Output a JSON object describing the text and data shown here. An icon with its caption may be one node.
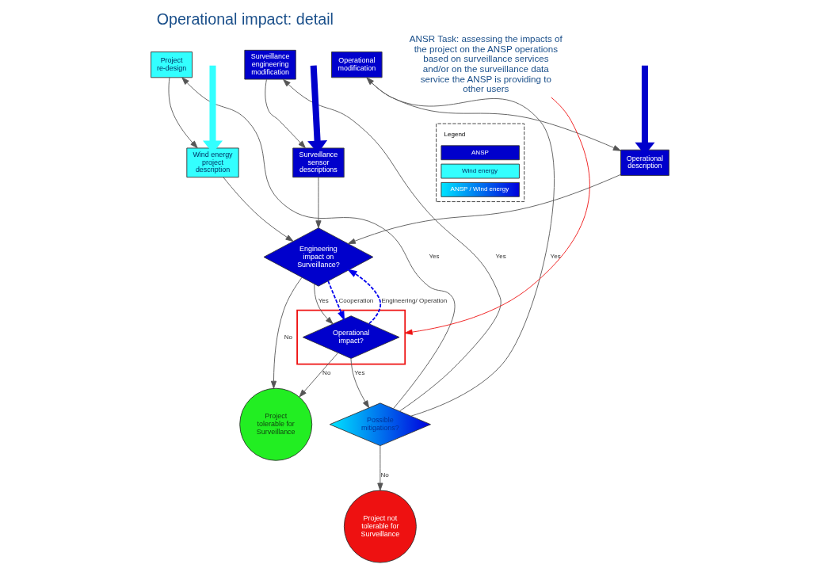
{
  "diagram": {
    "title": "Operational impact: detail",
    "nodes": [
      {
        "text": [
          "Operational description"
        ]
      },
      {
        "text": [
          "Surveillance sensor descriptions"
        ]
      },
      {
        "text": [
          "Wind energy project description"
        ]
      },
      {
        "text": [
          "Project re-design"
        ]
      },
      {
        "text": [
          "Engineering impact on Surveillance?"
        ]
      },
      {
        "text": [
          "Surveillance engineering modification"
        ]
      },
      {
        "text": [
          "Operational modification"
        ]
      },
      {
        "text": [],
        "shape": "box"
      },
      {
        "text": [
          "Operational impact?"
        ],
        "in": 7
      },
      {
        "text": [
          "Project tolerable for Surveillance"
        ]
      },
      {
        "text": [
          "Possible mitigations?"
        ]
      },
      {
        "text": [
          "Project not tolerable for Surveillance"
        ]
      },
      {
        "text": [
          "ANSR Task: assessing the impacts of the project on the ANSP operations based on surveillance services and/or on the surveillance data service the ANSP is providing to other users"
        ]
      }
    ],
    "edges": [
      {
        "from": null,
        "to": 0,
        "arrow": "to",
        "style": "thick",
        "color": "#0000cc"
      },
      {
        "from": null,
        "to": 1,
        "arrow": "to",
        "style": "thick",
        "color": "#0000cc"
      },
      {
        "from": null,
        "to": 2,
        "arrow": "to",
        "style": "thick",
        "color": "#33ffff"
      },
      {
        "from": 0,
        "to": 4,
        "arrow": "to"
      },
      {
        "from": 1,
        "to": 4,
        "arrow": "to"
      },
      {
        "from": 2,
        "to": 4,
        "arrow": "to"
      },
      {
        "from": 4,
        "to": 8,
        "arrow": "to",
        "label": "Yes"
      },
      {
        "from": 4,
        "to": 8,
        "arrow": "to",
        "label": "Cooperation",
        "style": "dashed",
        "color": "#0000ee"
      },
      {
        "from": 8,
        "to": 4,
        "arrow": "to",
        "label": "Engineering/ Operation",
        "style": "dashed",
        "color": "#0000ee"
      },
      {
        "from": 4,
        "to": 9,
        "arrow": "to",
        "label": "No"
      },
      {
        "from": 8,
        "to": 9,
        "arrow": "to",
        "label": "No"
      },
      {
        "from": 8,
        "to": 10,
        "arrow": "to",
        "label": "Yes"
      },
      {
        "from": 10,
        "to": 11,
        "arrow": "to",
        "label": "No"
      },
      {
        "from": 10,
        "to": 3,
        "arrow": "to",
        "label": "Yes"
      },
      {
        "from": 10,
        "to": 5,
        "arrow": "to",
        "label": "Yes"
      },
      {
        "from": 10,
        "to": 6,
        "arrow": "to",
        "label": "Yes"
      },
      {
        "from": 3,
        "to": 2,
        "arrow": "to"
      },
      {
        "from": 5,
        "to": 1,
        "arrow": "to"
      },
      {
        "from": 6,
        "to": 0,
        "arrow": "to"
      },
      {
        "from": 12,
        "to": 7,
        "arrow": "to",
        "color": "#ee1111"
      }
    ],
    "legend": [
      {
        "text": "ANSP",
        "color": "#0000cc"
      },
      {
        "text": "Wind energy",
        "color": "#33ffff"
      },
      {
        "text": "ANSP / Wind energy"
      }
    ],
    "labels": [
      "Legend"
    ]
  }
}
